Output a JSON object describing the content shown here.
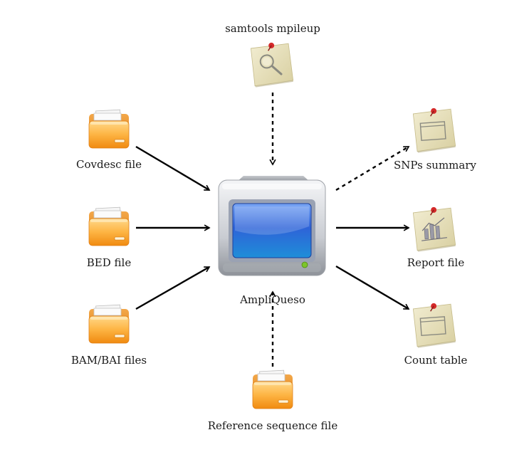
{
  "inputs": {
    "covdesc": "Covdesc file",
    "bed": "BED file",
    "bam": "BAM/BAI files",
    "reference": "Reference sequence file"
  },
  "tool": "samtools mpileup",
  "center": "AmpliQueso",
  "outputs": {
    "snps": "SNPs summary",
    "report": "Report file",
    "count": "Count table"
  },
  "icons": {
    "input_file": "folder-icon",
    "center": "computer-monitor-icon",
    "tool": "magnifier-note-icon",
    "output_summary": "document-note-icon",
    "output_report": "chart-note-icon",
    "output_table": "document-note-icon"
  },
  "colors": {
    "folder_top": "#ffd27a",
    "folder_bottom": "#f28c0f",
    "note_paper": "#e9e2bd",
    "pin": "#d42a2a",
    "screen": "#2b5fd6",
    "arrow": "#000000"
  }
}
